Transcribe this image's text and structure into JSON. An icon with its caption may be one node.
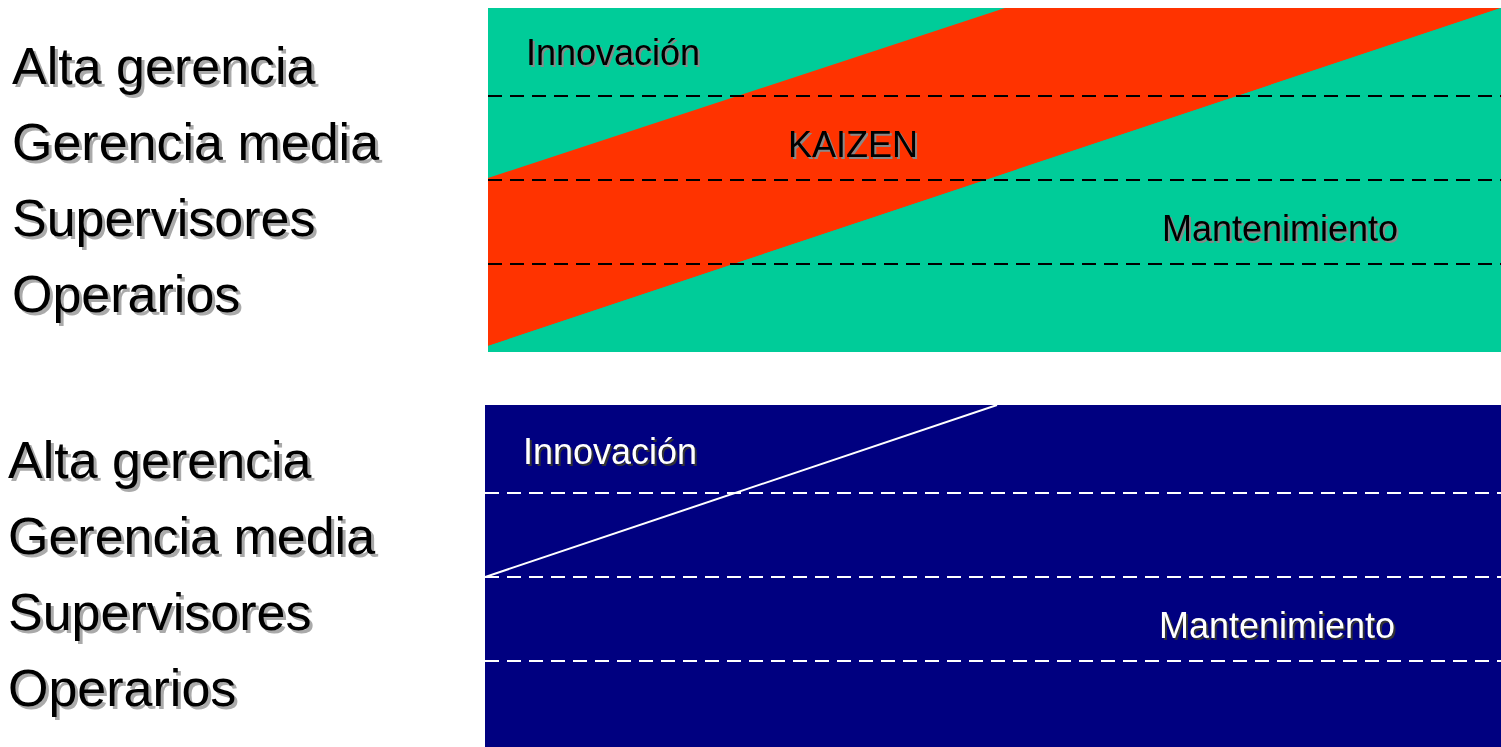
{
  "diagram": {
    "nodes": [
      {
        "text": [],
        "shape": "box"
      },
      {
        "text": [
          "Innovación"
        ],
        "in": 0
      },
      {
        "text": [
          "KAIZEN"
        ],
        "in": 0
      },
      {
        "text": [
          "Mantenimiento"
        ],
        "in": 0
      },
      {
        "text": [],
        "shape": "box"
      },
      {
        "text": [
          "Innovación"
        ],
        "in": 4
      },
      {
        "text": [
          "Mantenimiento"
        ],
        "in": 4
      }
    ],
    "labels": [
      "Alta gerencia",
      "Gerencia media",
      "Supervisores",
      "Operarios",
      "Alta gerencia",
      "Gerencia media",
      "Supervisores",
      "Operarios"
    ]
  }
}
